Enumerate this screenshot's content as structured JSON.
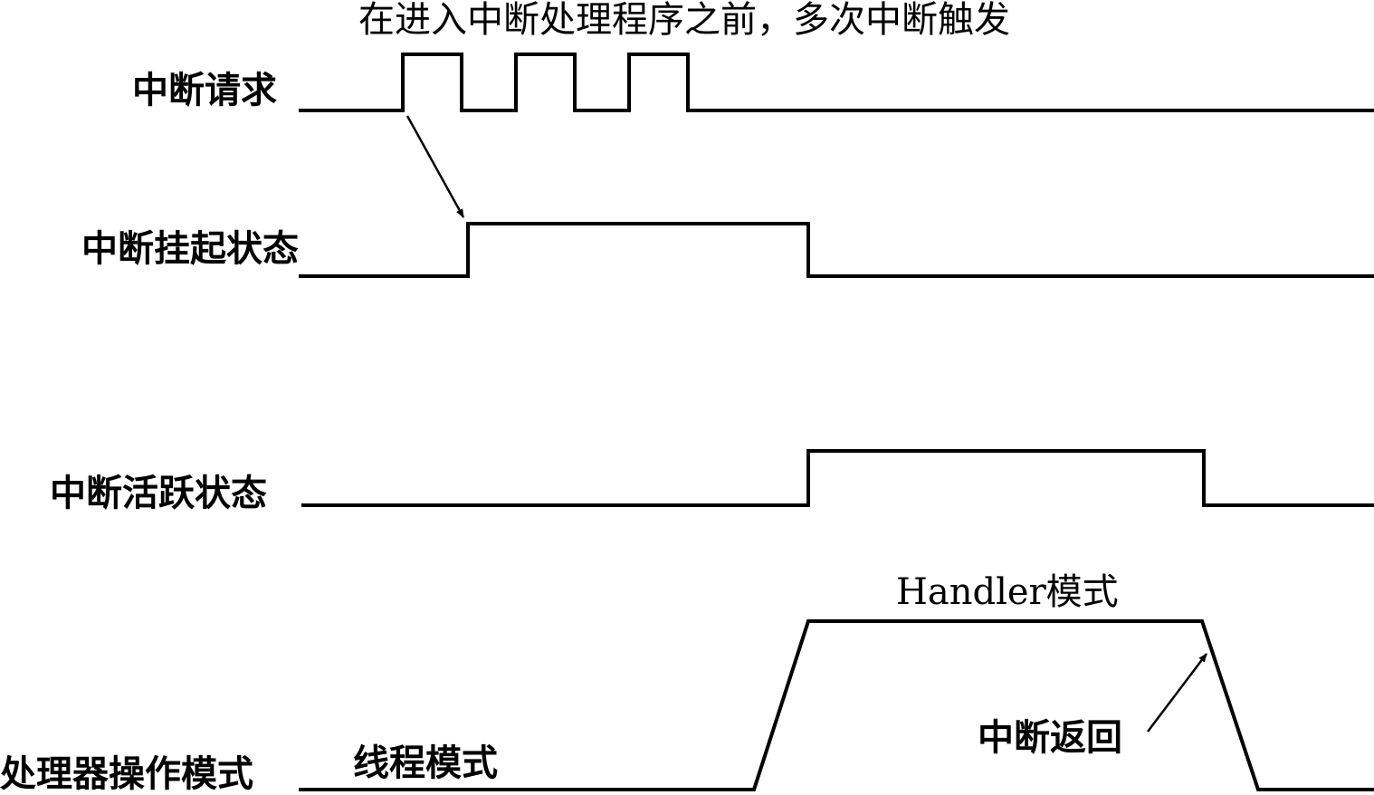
{
  "title": "在进入中断处理程序之前，多次中断触发",
  "signals": [
    {
      "label": "中断请求"
    },
    {
      "label": "中断挂起状态"
    },
    {
      "label": "中断活跃状态"
    },
    {
      "label": "处理器操作模式"
    }
  ],
  "annotations": {
    "thread_mode": "线程模式",
    "handler_mode": "Handler模式",
    "interrupt_return": "中断返回"
  },
  "colors": {
    "line": "#000000",
    "background": "#ffffff"
  }
}
